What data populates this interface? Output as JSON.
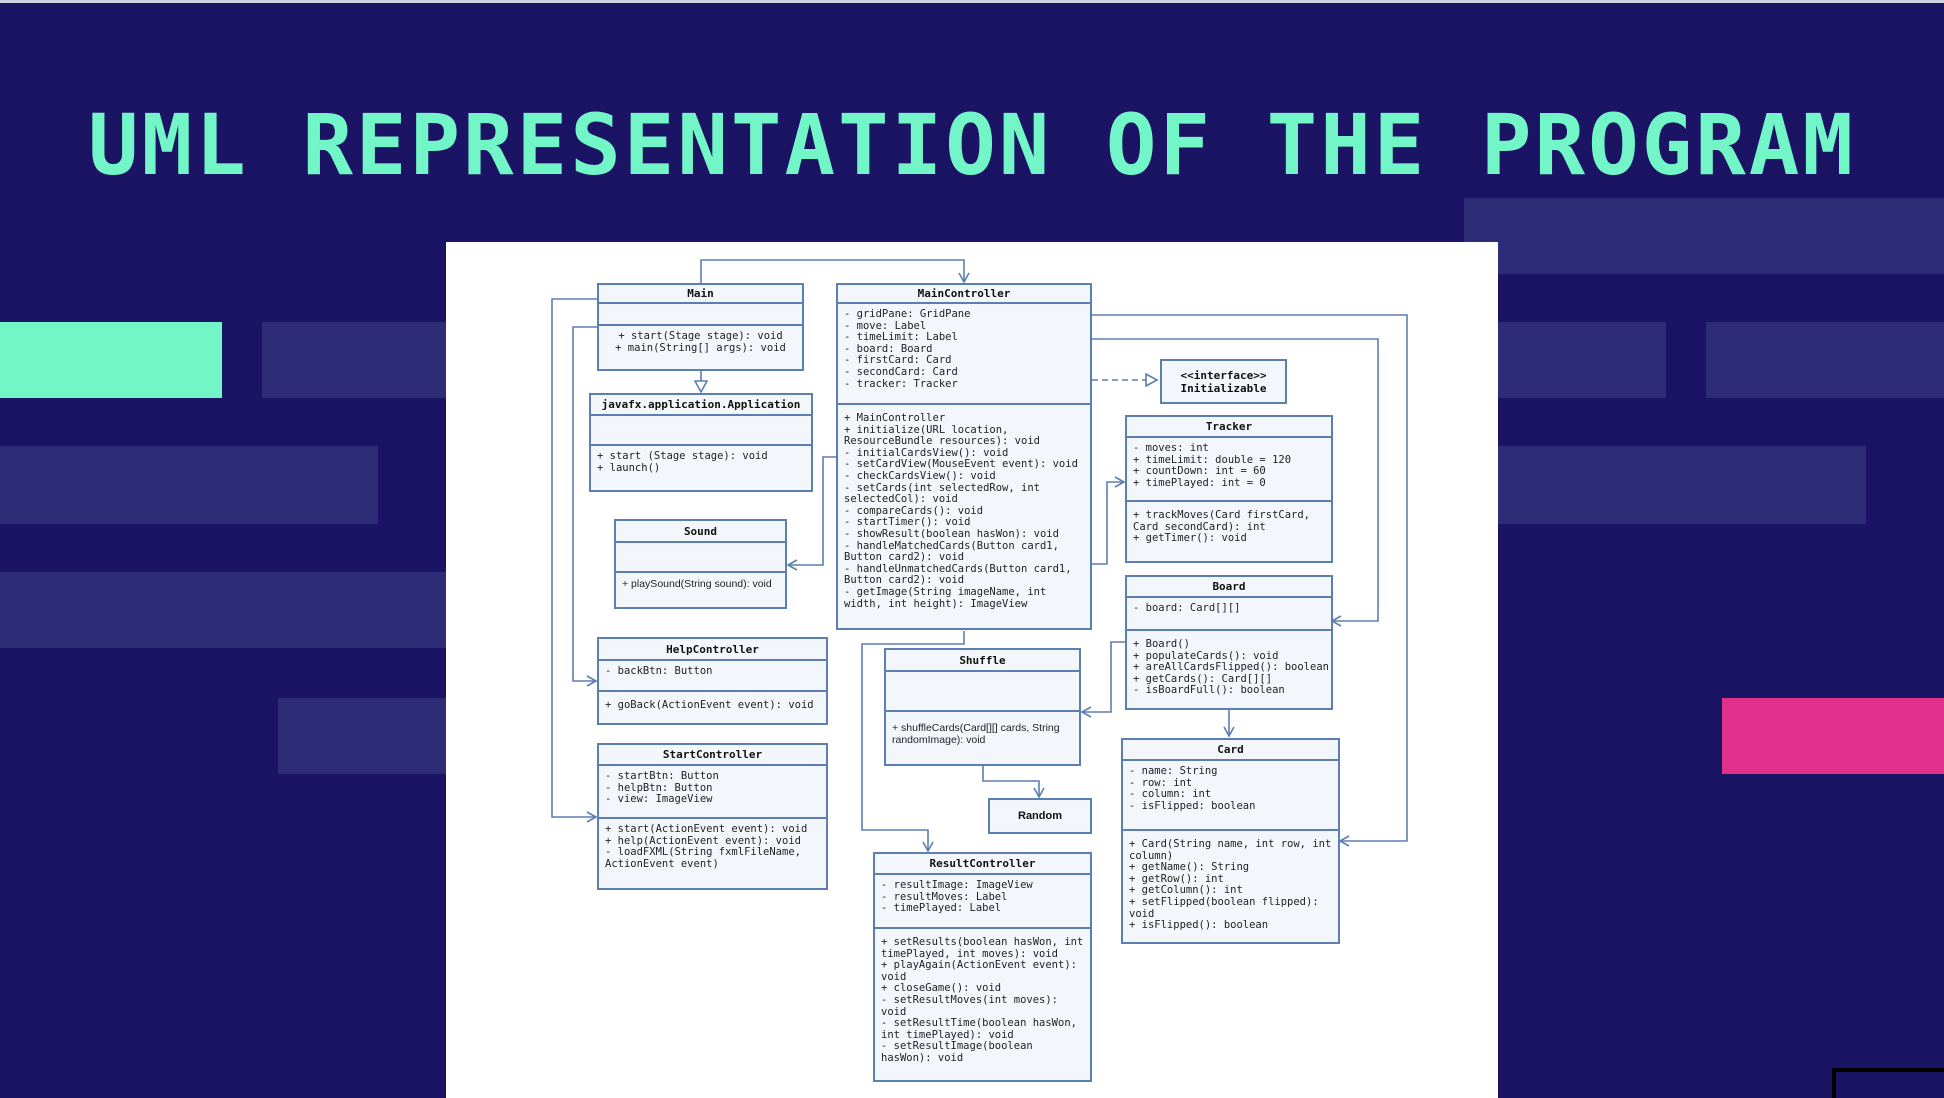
{
  "slide": {
    "title": "UML REPRESENTATION OF THE PROGRAM",
    "colors": {
      "background": "#1b1464",
      "title": "#72f6c8",
      "accent_mint": "#72f6c8",
      "accent_pink": "#e0328c",
      "stripe": "#2e2b77",
      "stroke": "#5b7fb2"
    }
  },
  "diagram": {
    "classes": {
      "main": {
        "name": "Main",
        "attributes": [],
        "methods": [
          "+ start(Stage stage): void",
          "+ main(String[] args): void"
        ]
      },
      "application": {
        "name": "javafx.application.Application",
        "attributes": [],
        "methods": [
          "+ start (Stage stage): void",
          "+ launch()"
        ]
      },
      "sound": {
        "name": "Sound",
        "attributes": [],
        "methods": [
          "+ playSound(String sound): void"
        ]
      },
      "help_controller": {
        "name": "HelpController",
        "attributes": [
          "- backBtn: Button"
        ],
        "methods": [
          "+ goBack(ActionEvent event): void"
        ]
      },
      "start_controller": {
        "name": "StartController",
        "attributes": [
          "- startBtn: Button",
          "- helpBtn: Button",
          "- view: ImageView"
        ],
        "methods": [
          "+ start(ActionEvent event): void",
          "+ help(ActionEvent event): void",
          "- loadFXML(String fxmlFileName,",
          "ActionEvent event)"
        ]
      },
      "main_controller": {
        "name": "MainController",
        "attributes": [
          "- gridPane: GridPane",
          "- move: Label",
          "- timeLimit: Label",
          "- board: Board",
          "- firstCard: Card",
          "- secondCard: Card",
          "- tracker: Tracker"
        ],
        "methods": [
          "+ MainController",
          "+ initialize(URL location,",
          "ResourceBundle resources): void",
          "- initialCardsView(): void",
          "- setCardView(MouseEvent event): void",
          "- checkCardsView(): void",
          "- setCards(int selectedRow, int",
          "selectedCol): void",
          "- compareCards(): void",
          "- startTimer(): void",
          "- showResult(boolean hasWon): void",
          "- handleMatchedCards(Button card1,",
          "Button card2): void",
          "- handleUnmatchedCards(Button card1,",
          "Button card2): void",
          "- getImage(String imageName, int",
          "width, int height): ImageView"
        ]
      },
      "shuffle": {
        "name": "Shuffle",
        "attributes": [],
        "methods": [
          "+ shuffleCards(Card[][] cards, String",
          "randomImage): void"
        ]
      },
      "result_controller": {
        "name": "ResultController",
        "attributes": [
          "- resultImage: ImageView",
          "- resultMoves: Label",
          "- timePlayed: Label"
        ],
        "methods": [
          "+ setResults(boolean hasWon, int",
          "timePlayed, int moves): void",
          "+ playAgain(ActionEvent event):",
          "void",
          "+ closeGame(): void",
          "- setResultMoves(int moves):",
          "void",
          "- setResultTime(boolean hasWon,",
          "int timePlayed): void",
          "- setResultImage(boolean",
          "hasWon): void"
        ]
      },
      "tracker": {
        "name": "Tracker",
        "attributes": [
          "- moves: int",
          "+ timeLimit: double = 120",
          "+ countDown: int = 60",
          "+ timePlayed: int = 0"
        ],
        "methods": [
          "+ trackMoves(Card firstCard,",
          "Card secondCard): int",
          "+ getTimer(): void"
        ]
      },
      "board": {
        "name": "Board",
        "attributes": [
          "- board: Card[][]"
        ],
        "methods": [
          "+ Board()",
          "+ populateCards(): void",
          "+ areAllCardsFlipped(): boolean",
          "+ getCards(): Card[][]",
          "- isBoardFull(): boolean"
        ]
      },
      "card": {
        "name": "Card",
        "attributes": [
          "- name: String",
          "- row: int",
          "- column: int",
          "- isFlipped: boolean"
        ],
        "methods": [
          "+ Card(String name, int row, int",
          "column)",
          "+ getName(): String",
          "+ getRow(): int",
          "+ getColumn(): int",
          "+ setFlipped(boolean flipped):",
          "void",
          "+ isFlipped(): boolean"
        ]
      }
    },
    "interface": {
      "stereotype": "<<interface>>",
      "name": "Initializable"
    },
    "random": {
      "name": "Random"
    }
  }
}
